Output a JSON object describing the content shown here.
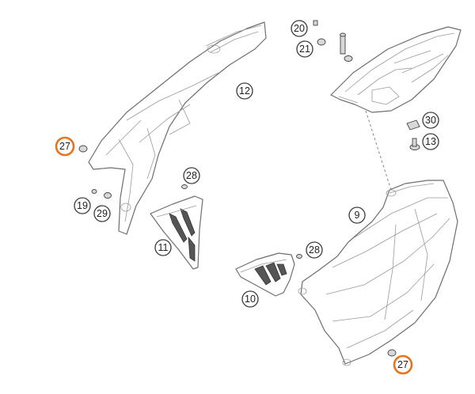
{
  "colors": {
    "highlight": "#e8731f",
    "outline": "#6e6e6e",
    "text": "#1f1f1f"
  },
  "callouts": {
    "c20": "20",
    "c21": "21",
    "c12": "12",
    "c30": "30",
    "c13": "13",
    "c27a": "27",
    "c28a": "28",
    "c19": "19",
    "c29": "29",
    "c9": "9",
    "c11": "11",
    "c28b": "28",
    "c10": "10",
    "c27b": "27"
  },
  "highlighted_parts": [
    "27"
  ]
}
